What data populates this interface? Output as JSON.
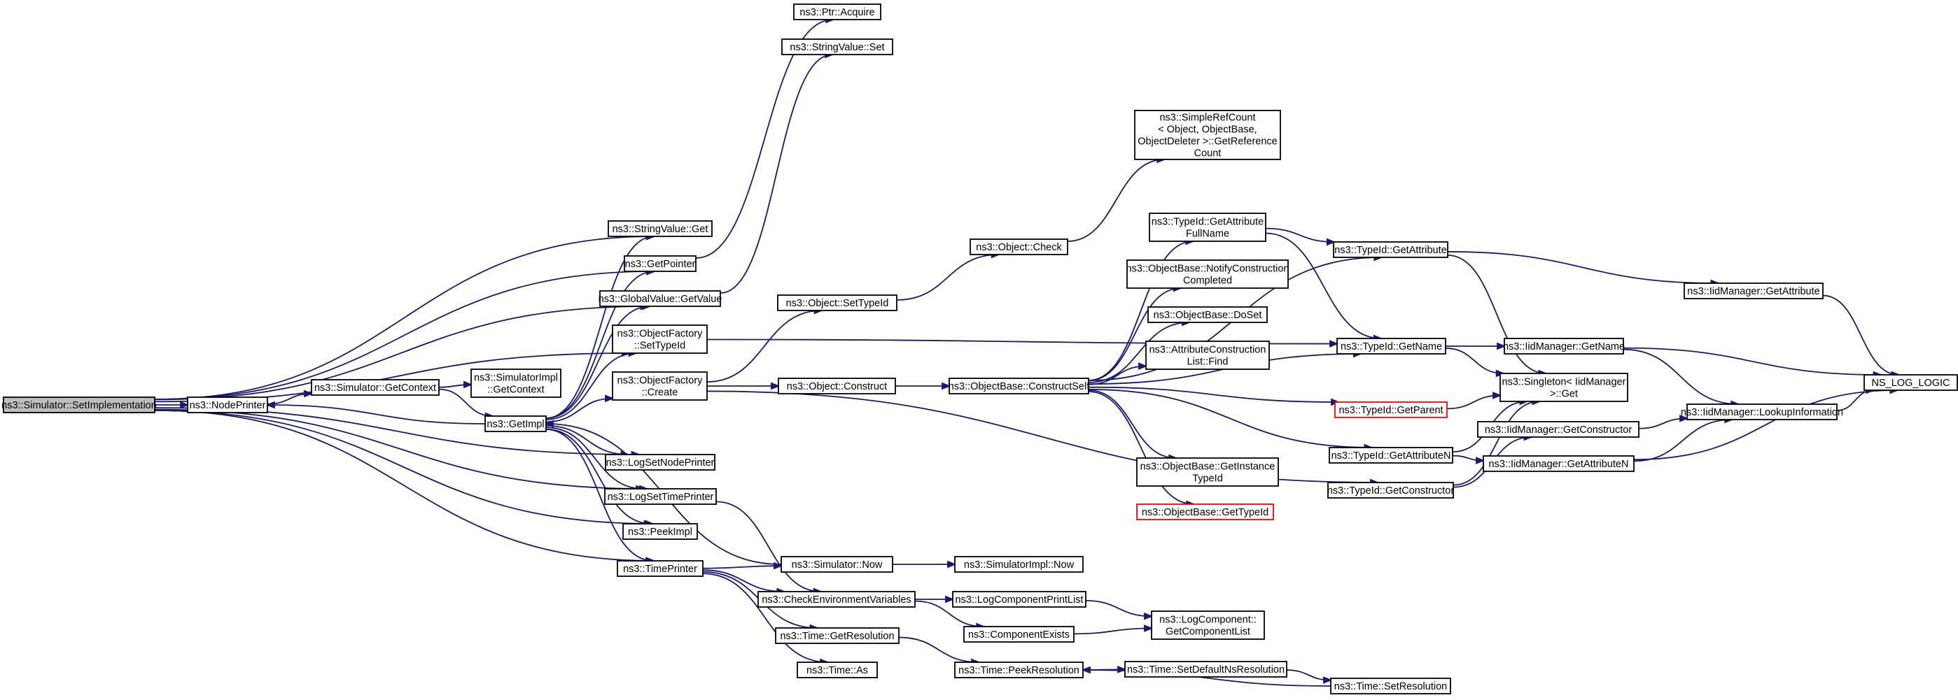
{
  "colors": {
    "edge": "#191970",
    "node_border": "#000000",
    "node_border_truncated": "#ff0000",
    "root_fill": "#bfbfbf",
    "node_fill": "#ffffff"
  },
  "nodes": [
    {
      "id": "root",
      "lines": [
        "ns3::Simulator::SetImplementation"
      ],
      "root": true
    },
    {
      "id": "nodeprinter",
      "lines": [
        "ns3::NodePrinter"
      ]
    },
    {
      "id": "stringvalue_get",
      "lines": [
        "ns3::StringValue::Get"
      ]
    },
    {
      "id": "getpointer",
      "lines": [
        "ns3::GetPointer"
      ]
    },
    {
      "id": "globalvalue_getvalue",
      "lines": [
        "ns3::GlobalValue::GetValue"
      ]
    },
    {
      "id": "of_settypeid",
      "lines": [
        "ns3::ObjectFactory",
        "::SetTypeId"
      ]
    },
    {
      "id": "of_create",
      "lines": [
        "ns3::ObjectFactory",
        "::Create"
      ]
    },
    {
      "id": "getimpl",
      "lines": [
        "ns3::GetImpl"
      ]
    },
    {
      "id": "logsetnodeprinter",
      "lines": [
        "ns3::LogSetNodePrinter"
      ]
    },
    {
      "id": "logsettimeprinter",
      "lines": [
        "ns3::LogSetTimePrinter"
      ]
    },
    {
      "id": "peekimpl",
      "lines": [
        "ns3::PeekImpl"
      ]
    },
    {
      "id": "timeprinter",
      "lines": [
        "ns3::TimePrinter"
      ]
    },
    {
      "id": "sim_getcontext",
      "lines": [
        "ns3::Simulator::GetContext"
      ]
    },
    {
      "id": "simimpl_getcontext",
      "lines": [
        "ns3::SimulatorImpl",
        "::GetContext"
      ]
    },
    {
      "id": "ptr_acquire",
      "lines": [
        "ns3::Ptr::Acquire"
      ]
    },
    {
      "id": "stringvalue_set",
      "lines": [
        "ns3::StringValue::Set"
      ]
    },
    {
      "id": "object_settypeid",
      "lines": [
        "ns3::Object::SetTypeId"
      ]
    },
    {
      "id": "object_construct",
      "lines": [
        "ns3::Object::Construct"
      ]
    },
    {
      "id": "sim_now",
      "lines": [
        "ns3::Simulator::Now"
      ]
    },
    {
      "id": "checkenv",
      "lines": [
        "ns3::CheckEnvironmentVariables"
      ]
    },
    {
      "id": "time_getresolution",
      "lines": [
        "ns3::Time::GetResolution"
      ]
    },
    {
      "id": "time_as",
      "lines": [
        "ns3::Time::As"
      ]
    },
    {
      "id": "object_check",
      "lines": [
        "ns3::Object::Check"
      ]
    },
    {
      "id": "simplerefcount",
      "lines": [
        "ns3::SimpleRefCount",
        "< Object, ObjectBase,",
        "ObjectDeleter >::GetReference",
        "Count"
      ]
    },
    {
      "id": "ob_constructself",
      "lines": [
        "ns3::ObjectBase::ConstructSelf"
      ]
    },
    {
      "id": "simimpl_now",
      "lines": [
        "ns3::SimulatorImpl::Now"
      ]
    },
    {
      "id": "logcomponentprintlist",
      "lines": [
        "ns3::LogComponentPrintList"
      ]
    },
    {
      "id": "componentexists",
      "lines": [
        "ns3::ComponentExists"
      ]
    },
    {
      "id": "time_peekresolution",
      "lines": [
        "ns3::Time::PeekResolution"
      ]
    },
    {
      "id": "typeid_getattributefullname",
      "lines": [
        "ns3::TypeId::GetAttribute",
        "FullName"
      ]
    },
    {
      "id": "ob_notifyconstructioncompleted",
      "lines": [
        "ns3::ObjectBase::NotifyConstruction",
        "Completed"
      ]
    },
    {
      "id": "ob_doset",
      "lines": [
        "ns3::ObjectBase::DoSet"
      ]
    },
    {
      "id": "attrconstructionlist_find",
      "lines": [
        "ns3::AttributeConstruction",
        "List::Find"
      ]
    },
    {
      "id": "ob_getinstancetypeid",
      "lines": [
        "ns3::ObjectBase::GetInstance",
        "TypeId"
      ]
    },
    {
      "id": "ob_gettypeid",
      "lines": [
        "ns3::ObjectBase::GetTypeId"
      ],
      "red": true
    },
    {
      "id": "logcomponent_getcomponentlist",
      "lines": [
        "ns3::LogComponent::",
        "GetComponentList"
      ]
    },
    {
      "id": "time_setdefaultnsresolution",
      "lines": [
        "ns3::Time::SetDefaultNsResolution"
      ]
    },
    {
      "id": "typeid_getattribute",
      "lines": [
        "ns3::TypeId::GetAttribute"
      ]
    },
    {
      "id": "typeid_getname",
      "lines": [
        "ns3::TypeId::GetName"
      ]
    },
    {
      "id": "typeid_getparent",
      "lines": [
        "ns3::TypeId::GetParent"
      ],
      "red": true
    },
    {
      "id": "typeid_getattributen",
      "lines": [
        "ns3::TypeId::GetAttributeN"
      ]
    },
    {
      "id": "typeid_getconstructor",
      "lines": [
        "ns3::TypeId::GetConstructor"
      ]
    },
    {
      "id": "time_setresolution",
      "lines": [
        "ns3::Time::SetResolution"
      ]
    },
    {
      "id": "singleton_get",
      "lines": [
        "ns3::Singleton< IidManager",
        ">::Get"
      ]
    },
    {
      "id": "iid_getattribute",
      "lines": [
        "ns3::IidManager::GetAttribute"
      ]
    },
    {
      "id": "iid_getname",
      "lines": [
        "ns3::IidManager::GetName"
      ]
    },
    {
      "id": "iid_getconstructor",
      "lines": [
        "ns3::IidManager::GetConstructor"
      ]
    },
    {
      "id": "iid_getattributen",
      "lines": [
        "ns3::IidManager::GetAttributeN"
      ]
    },
    {
      "id": "iid_lookupinformation",
      "lines": [
        "ns3::IidManager::LookupInformation"
      ]
    },
    {
      "id": "ns_log_logic",
      "lines": [
        "NS_LOG_LOGIC"
      ]
    }
  ],
  "edges": [
    [
      "root",
      "nodeprinter"
    ],
    [
      "root",
      "stringvalue_get"
    ],
    [
      "root",
      "getpointer"
    ],
    [
      "root",
      "globalvalue_getvalue"
    ],
    [
      "root",
      "of_settypeid"
    ],
    [
      "root",
      "logsetnodeprinter"
    ],
    [
      "root",
      "logsettimeprinter"
    ],
    [
      "root",
      "peekimpl"
    ],
    [
      "root",
      "timeprinter"
    ],
    [
      "nodeprinter",
      "sim_getcontext"
    ],
    [
      "sim_getcontext",
      "simimpl_getcontext"
    ],
    [
      "sim_getcontext",
      "getimpl"
    ],
    [
      "getimpl",
      "nodeprinter"
    ],
    [
      "getimpl",
      "stringvalue_get"
    ],
    [
      "getimpl",
      "getpointer"
    ],
    [
      "getimpl",
      "globalvalue_getvalue"
    ],
    [
      "getimpl",
      "of_settypeid"
    ],
    [
      "getimpl",
      "of_create"
    ],
    [
      "getimpl",
      "logsetnodeprinter"
    ],
    [
      "getimpl",
      "logsettimeprinter"
    ],
    [
      "getimpl",
      "peekimpl"
    ],
    [
      "getimpl",
      "timeprinter"
    ],
    [
      "getpointer",
      "ptr_acquire"
    ],
    [
      "globalvalue_getvalue",
      "stringvalue_set"
    ],
    [
      "of_settypeid",
      "typeid_getname"
    ],
    [
      "of_create",
      "object_settypeid"
    ],
    [
      "of_create",
      "object_construct"
    ],
    [
      "of_create",
      "typeid_getconstructor"
    ],
    [
      "object_settypeid",
      "object_check"
    ],
    [
      "object_construct",
      "ob_constructself"
    ],
    [
      "object_check",
      "simplerefcount"
    ],
    [
      "logsettimeprinter",
      "checkenv"
    ],
    [
      "timeprinter",
      "sim_now"
    ],
    [
      "timeprinter",
      "checkenv"
    ],
    [
      "timeprinter",
      "time_getresolution"
    ],
    [
      "timeprinter",
      "time_as"
    ],
    [
      "sim_now",
      "getimpl"
    ],
    [
      "sim_now",
      "simimpl_now"
    ],
    [
      "checkenv",
      "logcomponentprintlist"
    ],
    [
      "checkenv",
      "componentexists"
    ],
    [
      "logcomponentprintlist",
      "logcomponent_getcomponentlist"
    ],
    [
      "componentexists",
      "logcomponent_getcomponentlist"
    ],
    [
      "time_getresolution",
      "time_peekresolution"
    ],
    [
      "time_peekresolution",
      "time_setdefaultnsresolution"
    ],
    [
      "time_setdefaultnsresolution",
      "time_setresolution"
    ],
    [
      "time_setresolution",
      "time_peekresolution"
    ],
    [
      "ob_constructself",
      "typeid_getattributefullname"
    ],
    [
      "ob_constructself",
      "ob_notifyconstructioncompleted"
    ],
    [
      "ob_constructself",
      "ob_doset"
    ],
    [
      "ob_constructself",
      "attrconstructionlist_find"
    ],
    [
      "ob_constructself",
      "ob_getinstancetypeid"
    ],
    [
      "ob_constructself",
      "ob_gettypeid"
    ],
    [
      "ob_constructself",
      "typeid_getattribute"
    ],
    [
      "ob_constructself",
      "typeid_getname"
    ],
    [
      "ob_constructself",
      "typeid_getparent"
    ],
    [
      "ob_constructself",
      "typeid_getattributen"
    ],
    [
      "typeid_getattributefullname",
      "typeid_getattribute"
    ],
    [
      "typeid_getattributefullname",
      "typeid_getname"
    ],
    [
      "typeid_getattribute",
      "iid_getattribute"
    ],
    [
      "typeid_getattribute",
      "singleton_get"
    ],
    [
      "typeid_getname",
      "iid_getname"
    ],
    [
      "typeid_getname",
      "singleton_get"
    ],
    [
      "typeid_getparent",
      "singleton_get"
    ],
    [
      "typeid_getattributen",
      "singleton_get"
    ],
    [
      "typeid_getattributen",
      "iid_getattributen"
    ],
    [
      "typeid_getconstructor",
      "singleton_get"
    ],
    [
      "typeid_getconstructor",
      "iid_getconstructor"
    ],
    [
      "iid_getattribute",
      "ns_log_logic"
    ],
    [
      "iid_getname",
      "ns_log_logic"
    ],
    [
      "iid_getname",
      "iid_lookupinformation"
    ],
    [
      "iid_getconstructor",
      "iid_lookupinformation"
    ],
    [
      "iid_getattributen",
      "iid_lookupinformation"
    ],
    [
      "iid_getattributen",
      "ns_log_logic"
    ],
    [
      "iid_lookupinformation",
      "ns_log_logic"
    ]
  ]
}
